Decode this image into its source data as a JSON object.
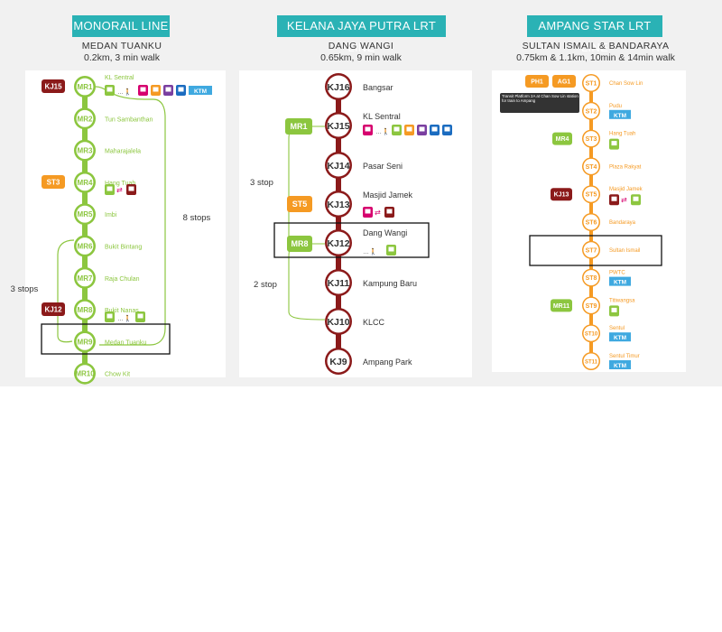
{
  "sections": {
    "monorail": {
      "title": "MONORAIL LINE",
      "station": "MEDAN TUANKU",
      "distance": "0.2km, 3 min walk",
      "color": "#8cc63f",
      "stations": [
        {
          "code": "MR1",
          "name": "KL Sentral"
        },
        {
          "code": "MR2",
          "name": "Tun Sambanthan"
        },
        {
          "code": "MR3",
          "name": "Maharajalela"
        },
        {
          "code": "MR4",
          "name": "Hang Tuah"
        },
        {
          "code": "MR5",
          "name": "Imbi"
        },
        {
          "code": "MR6",
          "name": "Bukit Bintang"
        },
        {
          "code": "MR7",
          "name": "Raja Chulan"
        },
        {
          "code": "MR8",
          "name": "Bukit Nanas"
        },
        {
          "code": "MR9",
          "name": "Medan Tuanku"
        },
        {
          "code": "MR10",
          "name": "Chow Kit"
        }
      ],
      "interchanges": [
        {
          "code": "KJ15",
          "at": "MR1",
          "color": "#8b1a1a"
        },
        {
          "code": "ST3",
          "at": "MR4",
          "color": "#f59a23"
        },
        {
          "code": "KJ12",
          "at": "MR8",
          "color": "#8b1a1a"
        }
      ],
      "badges": [
        "KTM",
        "ERL"
      ],
      "stops_left": "3 stops",
      "stops_right": "8 stops"
    },
    "kelana": {
      "title": "KELANA JAYA PUTRA LRT LINE",
      "station": "DANG WANGI",
      "distance": "0.65km, 9 min walk",
      "color": "#8b1a1a",
      "stations": [
        {
          "code": "KJ16",
          "name": "Bangsar"
        },
        {
          "code": "KJ15",
          "name": "KL Sentral"
        },
        {
          "code": "KJ14",
          "name": "Pasar Seni"
        },
        {
          "code": "KJ13",
          "name": "Masjid Jamek"
        },
        {
          "code": "KJ12",
          "name": "Dang Wangi"
        },
        {
          "code": "KJ11",
          "name": "Kampung Baru"
        },
        {
          "code": "KJ10",
          "name": "KLCC"
        },
        {
          "code": "KJ9",
          "name": "Ampang Park"
        }
      ],
      "interchanges": [
        {
          "code": "MR1",
          "at": "KJ15",
          "color": "#8cc63f"
        },
        {
          "code": "ST5",
          "at": "KJ13",
          "color": "#f59a23"
        },
        {
          "code": "MR8",
          "at": "KJ12",
          "color": "#8cc63f"
        }
      ],
      "stops_top": "3 stop",
      "stops_bottom": "2 stop"
    },
    "ampang": {
      "title": "AMPANG STAR LRT LINE",
      "station": "SULTAN ISMAIL & BANDARAYA",
      "distance": "0.75km & 1.1km, 10min & 14min walk",
      "color": "#f59a23",
      "stations": [
        {
          "code": "ST1",
          "name": "Chan Sow Lin"
        },
        {
          "code": "ST2",
          "name": "Pudu"
        },
        {
          "code": "ST3",
          "name": "Hang Tuah"
        },
        {
          "code": "ST4",
          "name": "Plaza Rakyat"
        },
        {
          "code": "ST5",
          "name": "Masjid Jamek"
        },
        {
          "code": "ST6",
          "name": "Bandaraya"
        },
        {
          "code": "ST7",
          "name": "Sultan Ismail"
        },
        {
          "code": "ST8",
          "name": "PWTC"
        },
        {
          "code": "ST9",
          "name": "Titiwangsa"
        },
        {
          "code": "ST10",
          "name": "Sentul"
        },
        {
          "code": "ST11",
          "name": "Sentul Timur"
        }
      ],
      "interchanges": [
        {
          "code": "PH1",
          "at": "ST1",
          "color": "#f59a23"
        },
        {
          "code": "AG1",
          "at": "ST1",
          "color": "#f59a23"
        },
        {
          "code": "MR4",
          "at": "ST3",
          "color": "#8cc63f"
        },
        {
          "code": "KJ13",
          "at": "ST5",
          "color": "#8b1a1a"
        },
        {
          "code": "MR11",
          "at": "ST9",
          "color": "#8cc63f"
        }
      ],
      "tooltip": "Transit Platform 2A at Chan Sow Lin station for train to Ampang",
      "badges": [
        "KTM"
      ]
    }
  }
}
